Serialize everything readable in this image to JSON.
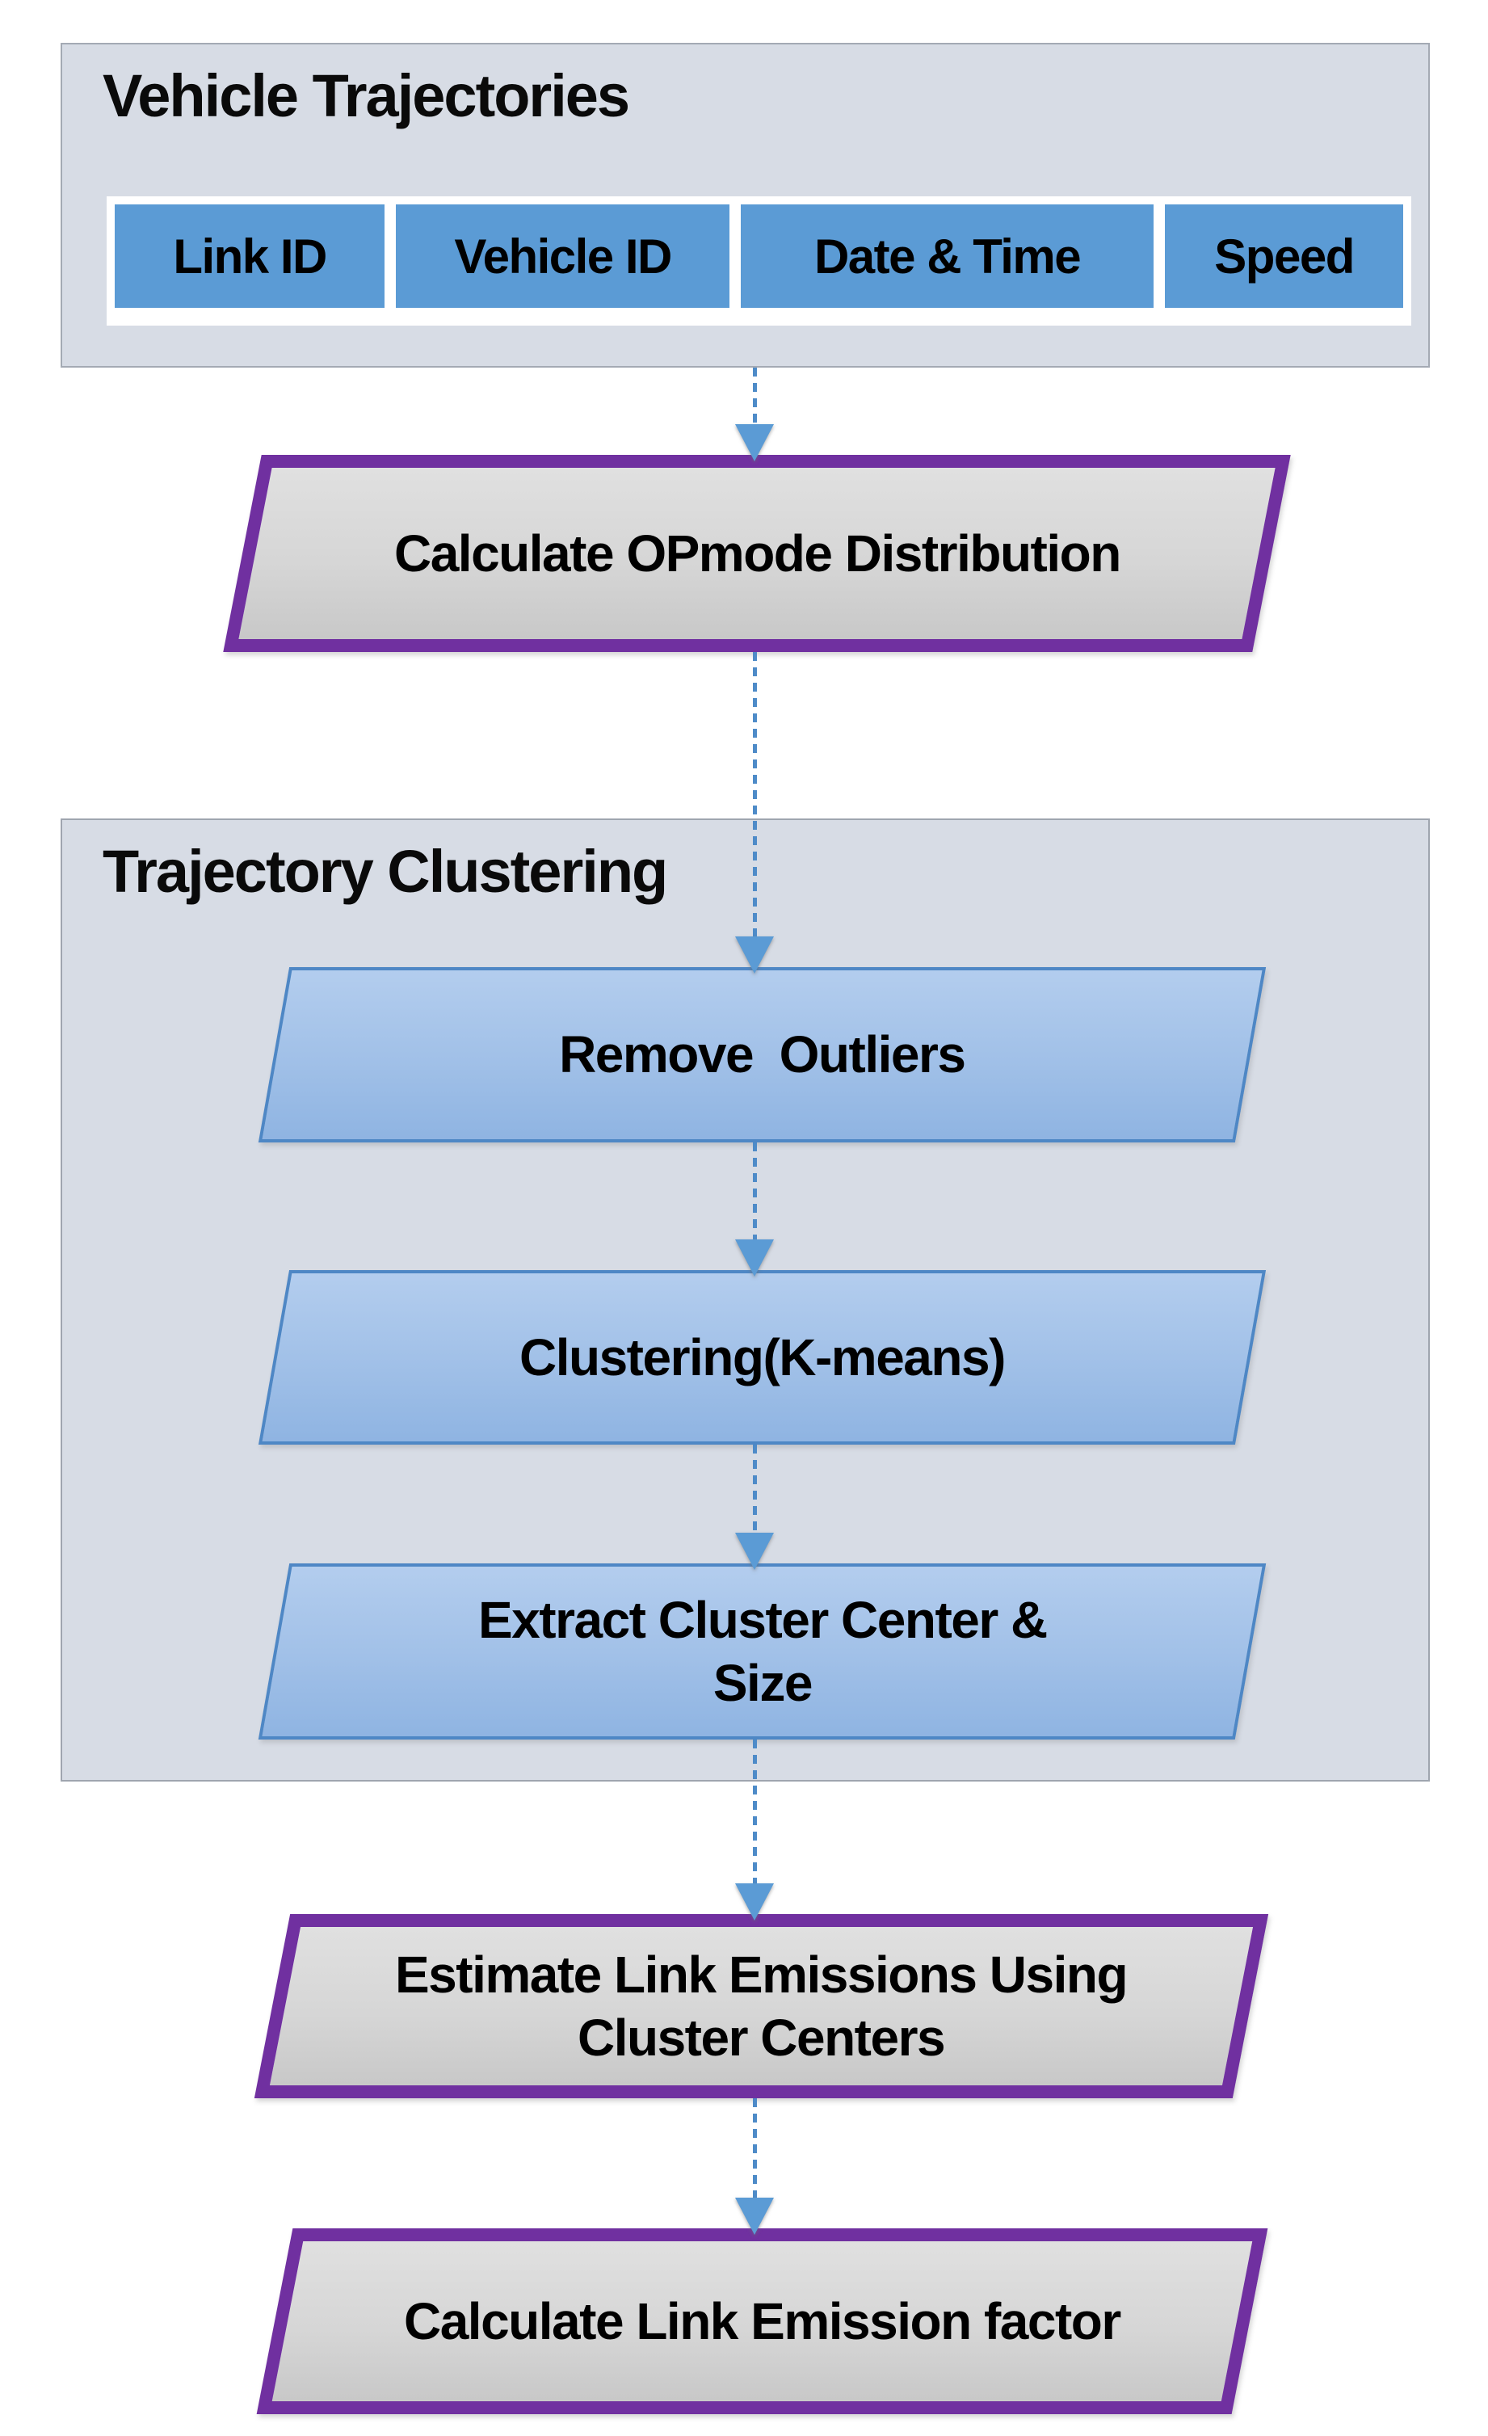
{
  "diagram": {
    "type": "flowchart",
    "title": "Link emission estimation flow (vehicle trajectories to link emission factor)"
  },
  "sections": {
    "vehicle_trajectories": {
      "title": "Vehicle Trajectories",
      "table_headers": [
        "Link ID",
        "Vehicle ID",
        "Date & Time",
        "Speed"
      ]
    },
    "trajectory_clustering": {
      "title": "Trajectory Clustering"
    }
  },
  "nodes": {
    "calculate_opmode": {
      "label": "Calculate OPmode Distribution",
      "shape": "parallelogram",
      "style": "gray-fill-purple-border"
    },
    "remove_outliers": {
      "label": "Remove  Outliers",
      "shape": "parallelogram",
      "style": "blue"
    },
    "clustering_kmeans": {
      "label": "Clustering(K-means)",
      "shape": "parallelogram",
      "style": "blue"
    },
    "extract_cluster": {
      "label": "Extract Cluster Center &\nSize",
      "shape": "parallelogram",
      "style": "blue"
    },
    "estimate_link_emissions": {
      "label": "Estimate Link Emissions Using\nCluster Centers",
      "shape": "parallelogram",
      "style": "gray-fill-purple-border"
    },
    "calculate_link_ef": {
      "label": "Calculate Link Emission factor",
      "shape": "parallelogram",
      "style": "gray-fill-purple-border"
    }
  },
  "edges": [
    {
      "from": "vehicle_trajectories",
      "to": "calculate_opmode",
      "style": "dashed-blue-arrow"
    },
    {
      "from": "calculate_opmode",
      "to": "remove_outliers",
      "style": "dashed-blue-arrow"
    },
    {
      "from": "remove_outliers",
      "to": "clustering_kmeans",
      "style": "dashed-blue-arrow"
    },
    {
      "from": "clustering_kmeans",
      "to": "extract_cluster",
      "style": "dashed-blue-arrow"
    },
    {
      "from": "extract_cluster",
      "to": "estimate_link_emissions",
      "style": "dashed-blue-arrow"
    },
    {
      "from": "estimate_link_emissions",
      "to": "calculate_link_ef",
      "style": "dashed-blue-arrow"
    }
  ],
  "colors": {
    "page_background": "#FFFFFF",
    "container_fill": "#D7DCE5",
    "container_border": "#A4AAB4",
    "header_cell_fill": "#5B9BD5",
    "blue_shape_fill_top": "#B3CDEE",
    "blue_shape_fill_bottom": "#8FB4E2",
    "blue_shape_border": "#4E87C5",
    "purple_border": "#7030A0",
    "gray_shape_fill_top": "#E0E0E0",
    "gray_shape_fill_bottom": "#C8C8C8",
    "arrow_blue": "#5B9BD5",
    "text": "#000000"
  }
}
